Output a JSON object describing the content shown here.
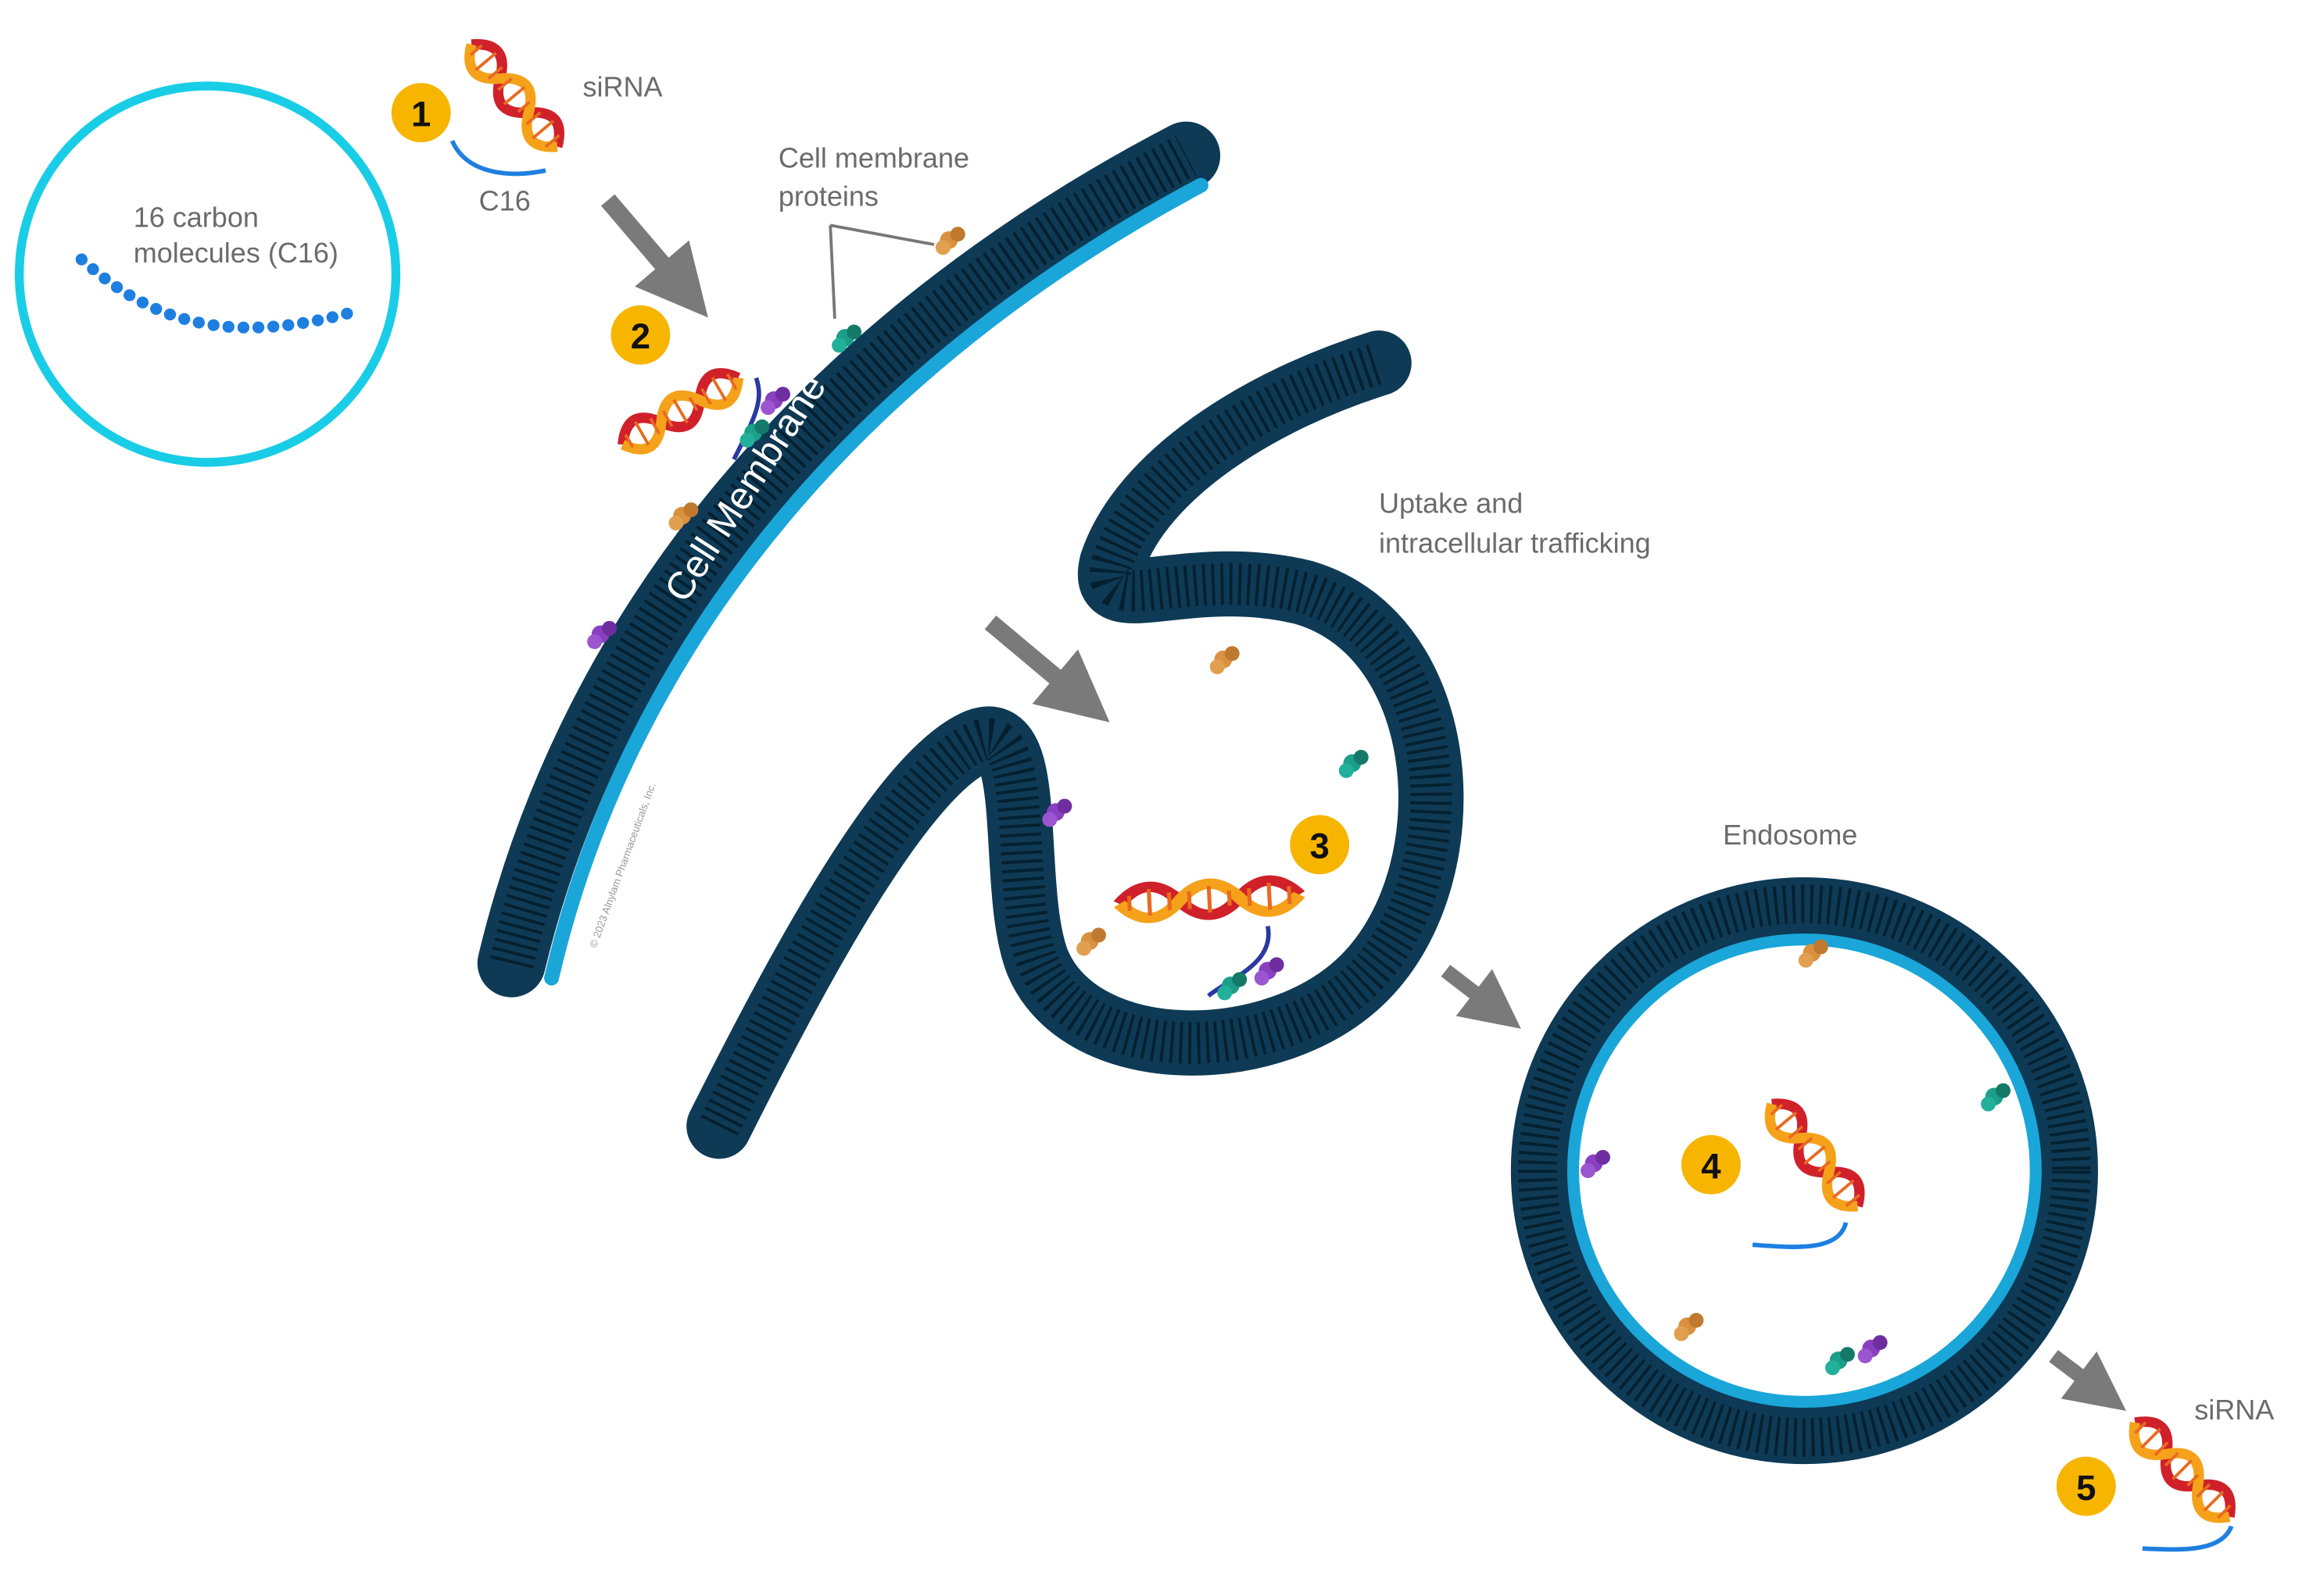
{
  "labels": {
    "c16_inset_line1": "16 carbon",
    "c16_inset_line2": "molecules (C16)",
    "sirna_top": "siRNA",
    "c16": "C16",
    "membrane_proteins_line1": "Cell membrane",
    "membrane_proteins_line2": "proteins",
    "cell_membrane": "Cell Membrane",
    "uptake_line1": "Uptake and",
    "uptake_line2": "intracellular trafficking",
    "endosome": "Endosome",
    "sirna_bottom": "siRNA",
    "copyright": "© 2023 Alnylam Pharmaceuticals, Inc."
  },
  "steps": [
    "1",
    "2",
    "3",
    "4",
    "5"
  ],
  "colors": {
    "inset_ring": "#19cde6",
    "step_badge": "#f7b500",
    "membrane_dark": "#0e3a56",
    "membrane_light": "#1aa6d8",
    "arrow": "#7a7a7a",
    "sirna_red": "#d0202a",
    "sirna_orange": "#f5a21a",
    "c16_chain": "#1e7fe0"
  }
}
